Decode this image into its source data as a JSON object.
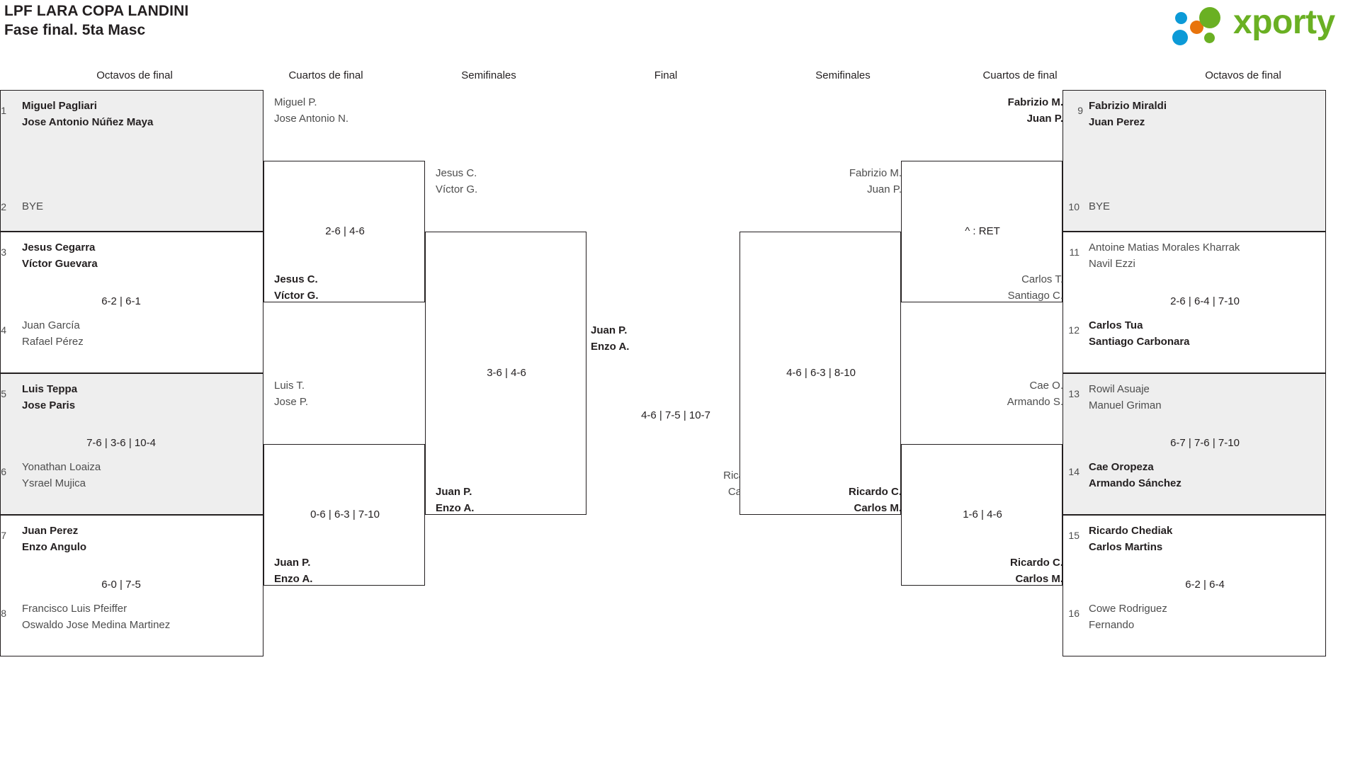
{
  "header": {
    "title": "LPF LARA COPA LANDINI",
    "subtitle": "Fase final. 5ta Masc",
    "logo_text": "xporty",
    "logo_colors": {
      "green": "#6ab023",
      "orange": "#e8740c",
      "blue": "#0c9ad7"
    }
  },
  "round_headers": [
    {
      "label": "Octavos de final"
    },
    {
      "label": "Cuartos de final"
    },
    {
      "label": "Semifinales"
    },
    {
      "label": "Final"
    },
    {
      "label": "Semifinales"
    },
    {
      "label": "Cuartos de final"
    },
    {
      "label": "Octavos de final"
    }
  ],
  "bracket": {
    "left": {
      "r16": [
        {
          "seed": "1",
          "p1": "Miguel Pagliari",
          "p2": "Jose Antonio Núñez Maya",
          "winner": true,
          "bye_seed": "2",
          "bye_label": "BYE",
          "score": ""
        },
        {
          "seed": "3",
          "p1": "Jesus Cegarra",
          "p2": "Víctor Guevara",
          "winner": true,
          "score": "6-2 | 6-1",
          "opp_seed": "4",
          "opp_p1": "Juan García",
          "opp_p2": "Rafael Pérez",
          "opp_winner": false
        },
        {
          "seed": "5",
          "p1": "Luis Teppa",
          "p2": "Jose Paris",
          "winner": true,
          "score": "7-6 | 3-6 | 10-4",
          "opp_seed": "6",
          "opp_p1": "Yonathan Loaiza",
          "opp_p2": "Ysrael Mujica",
          "opp_winner": false
        },
        {
          "seed": "7",
          "p1": "Juan Perez",
          "p2": "Enzo Angulo",
          "winner": true,
          "score": "6-0 | 7-5",
          "opp_seed": "8",
          "opp_p1": "Francisco Luis Pfeiffer",
          "opp_p2": "Oswaldo Jose Medina Martinez",
          "opp_winner": false
        }
      ],
      "qf": [
        {
          "top_p1": "Miguel P.",
          "top_p2": "Jose Antonio N.",
          "top_winner": false,
          "bot_p1": "Jesus C.",
          "bot_p2": "Víctor G.",
          "bot_winner": true,
          "score": "2-6 | 4-6"
        },
        {
          "top_p1": "Luis T.",
          "top_p2": "Jose P.",
          "top_winner": false,
          "bot_p1": "Juan P.",
          "bot_p2": "Enzo A.",
          "bot_winner": true,
          "score": "0-6 | 6-3 | 7-10"
        }
      ],
      "sf": [
        {
          "top_p1": "Jesus C.",
          "top_p2": "Víctor G.",
          "top_winner": false,
          "bot_p1": "Juan P.",
          "bot_p2": "Enzo A.",
          "bot_winner": true,
          "score": "3-6 | 4-6"
        }
      ]
    },
    "final": {
      "top_p1": "Juan P.",
      "top_p2": "Enzo A.",
      "top_winner": true,
      "bot_p1": "Ricardo C.",
      "bot_p2": "Carlos M.",
      "bot_winner": false,
      "score": "4-6 | 7-5 | 10-7"
    },
    "right": {
      "sf": [
        {
          "top_p1": "Fabrizio M.",
          "top_p2": "Juan P.",
          "top_winner": false,
          "bot_p1": "Ricardo C.",
          "bot_p2": "Carlos M.",
          "bot_winner": true,
          "score": "4-6 | 6-3 | 8-10"
        }
      ],
      "qf": [
        {
          "top_p1": "Fabrizio M.",
          "top_p2": "Juan P.",
          "top_winner": true,
          "bot_p1": "Carlos T.",
          "bot_p2": "Santiago C.",
          "bot_winner": false,
          "score": "^ : RET"
        },
        {
          "top_p1": "Cae O.",
          "top_p2": "Armando S.",
          "top_winner": false,
          "bot_p1": "Ricardo C.",
          "bot_p2": "Carlos M.",
          "bot_winner": true,
          "score": "1-6 | 4-6"
        }
      ],
      "r16": [
        {
          "seed": "9",
          "p1": "Fabrizio Miraldi",
          "p2": "Juan Perez",
          "winner": true,
          "bye_seed": "10",
          "bye_label": "BYE",
          "score": ""
        },
        {
          "seed": "11",
          "p1": "Antoine Matias Morales Kharrak",
          "p2": "Navil Ezzi",
          "winner": false,
          "score": "2-6 | 6-4 | 7-10",
          "opp_seed": "12",
          "opp_p1": "Carlos Tua",
          "opp_p2": "Santiago Carbonara",
          "opp_winner": true
        },
        {
          "seed": "13",
          "p1": "Rowil Asuaje",
          "p2": "Manuel Griman",
          "winner": false,
          "score": "6-7 | 7-6 | 7-10",
          "opp_seed": "14",
          "opp_p1": "Cae Oropeza",
          "opp_p2": "Armando Sánchez",
          "opp_winner": true
        },
        {
          "seed": "15",
          "p1": "Ricardo Chediak",
          "p2": "Carlos Martins",
          "winner": true,
          "score": "6-2 | 6-4",
          "opp_seed": "16",
          "opp_p1": "Cowe Rodriguez",
          "opp_p2": "Fernando",
          "opp_winner": false
        }
      ]
    }
  }
}
